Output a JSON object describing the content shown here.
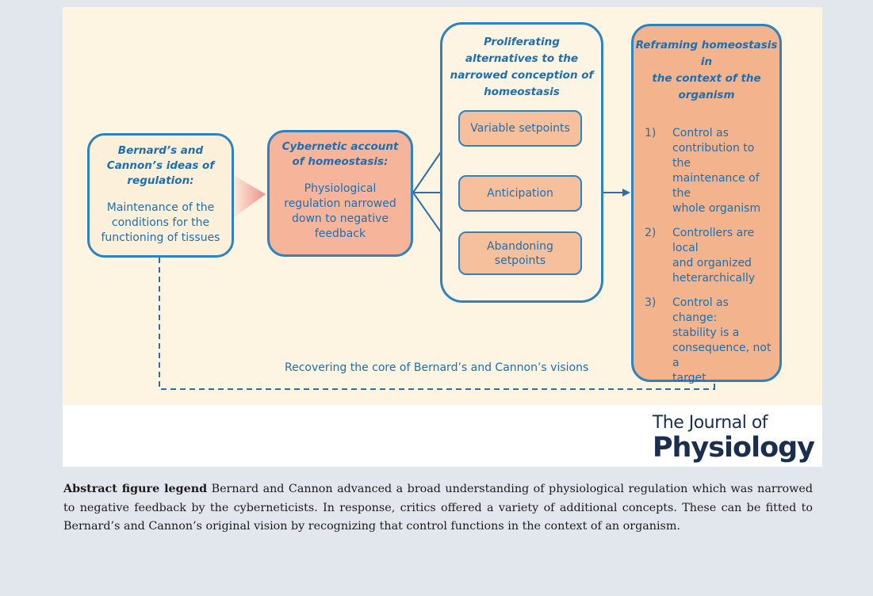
{
  "boxes": {
    "bernard": {
      "heading": "Bernard’s and\nCannon’s ideas of\nregulation:",
      "body": "Maintenance of the\nconditions for the\nfunctioning of tissues"
    },
    "cybernetic": {
      "heading": "Cybernetic account\nof homeostasis:",
      "body": "Physiological\nregulation narrowed\ndown to negative\nfeedback"
    },
    "alternatives": {
      "heading": "Proliferating\nalternatives to the\nnarrowed conception of\nhomeostasis",
      "items": [
        "Variable setpoints",
        "Anticipation",
        "Abandoning\nsetpoints"
      ]
    },
    "reframing": {
      "heading": "Reframing homeostasis in\nthe context of the\norganism",
      "points": [
        {
          "num": "1)",
          "text": "Control as\ncontribution to the\nmaintenance of the\nwhole organism"
        },
        {
          "num": "2)",
          "text": "Controllers are local\nand organized\nheterarchically"
        },
        {
          "num": "3)",
          "text": "Control as change:\nstability is a\nconsequence, not a\ntarget"
        }
      ]
    }
  },
  "recover_caption": "Recovering the core of Bernard’s and Cannon’s visions",
  "journal": {
    "line1": "The Journal of",
    "line2": "Physiology"
  },
  "legend": {
    "label": "Abstract figure legend",
    "text": " Bernard and Cannon advanced a broad understanding of physiological regulation which was narrowed to negative feedback by the cyberneticists. In response, critics offered a variety of additional concepts. These can be fitted to Bernard’s and Cannon’s original vision by recognizing that control functions in the context of an organism."
  },
  "colors": {
    "line": "#2f82c0",
    "text_blue": "#1d6fb0",
    "canvas": "#fdf4e1",
    "salmon": "#f6b59a",
    "orange": "#f3b38c",
    "page_bg": "#e2e7ee",
    "journal": "#1a2f4f"
  }
}
